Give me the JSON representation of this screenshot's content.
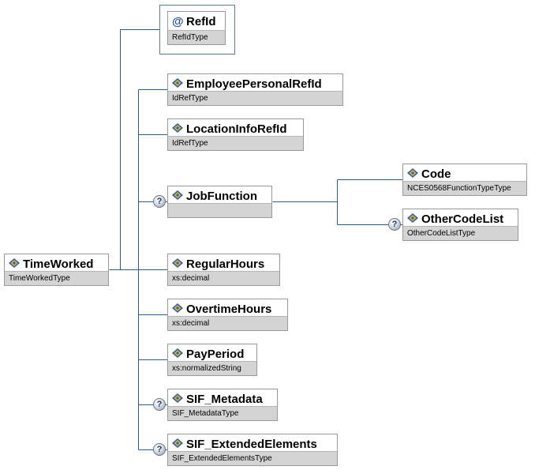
{
  "root": {
    "name": "TimeWorked",
    "type": "TimeWorkedType"
  },
  "attribute": {
    "symbol": "@",
    "name": "RefId",
    "type": "RefIdType"
  },
  "elements": [
    {
      "key": "employee",
      "name": "EmployeePersonalRefId",
      "type": "IdRefType",
      "optional": false
    },
    {
      "key": "location",
      "name": "LocationInfoRefId",
      "type": "IdRefType",
      "optional": false
    },
    {
      "key": "jobfunction",
      "name": "JobFunction",
      "type": "",
      "optional": true
    },
    {
      "key": "regular",
      "name": "RegularHours",
      "type": "xs:decimal",
      "optional": false
    },
    {
      "key": "overtime",
      "name": "OvertimeHours",
      "type": "xs:decimal",
      "optional": false
    },
    {
      "key": "payperiod",
      "name": "PayPeriod",
      "type": "xs:normalizedString",
      "optional": false
    },
    {
      "key": "metadata",
      "name": "SIF_Metadata",
      "type": "SIF_MetadataType",
      "optional": true
    },
    {
      "key": "extended",
      "name": "SIF_ExtendedElements",
      "type": "SIF_ExtendedElementsType",
      "optional": true
    }
  ],
  "jobfunction_children": [
    {
      "key": "code",
      "name": "Code",
      "type": "NCES0568FunctionTypeType",
      "optional": false
    },
    {
      "key": "othercode",
      "name": "OtherCodeList",
      "type": "OtherCodeListType",
      "optional": true
    }
  ],
  "optional_symbol": "?",
  "colors": {
    "connector": "#2e5e87",
    "type_bar": "#d4d4d4",
    "icon_blue": "#2b5fb3",
    "icon_gold": "#e7b21f"
  }
}
